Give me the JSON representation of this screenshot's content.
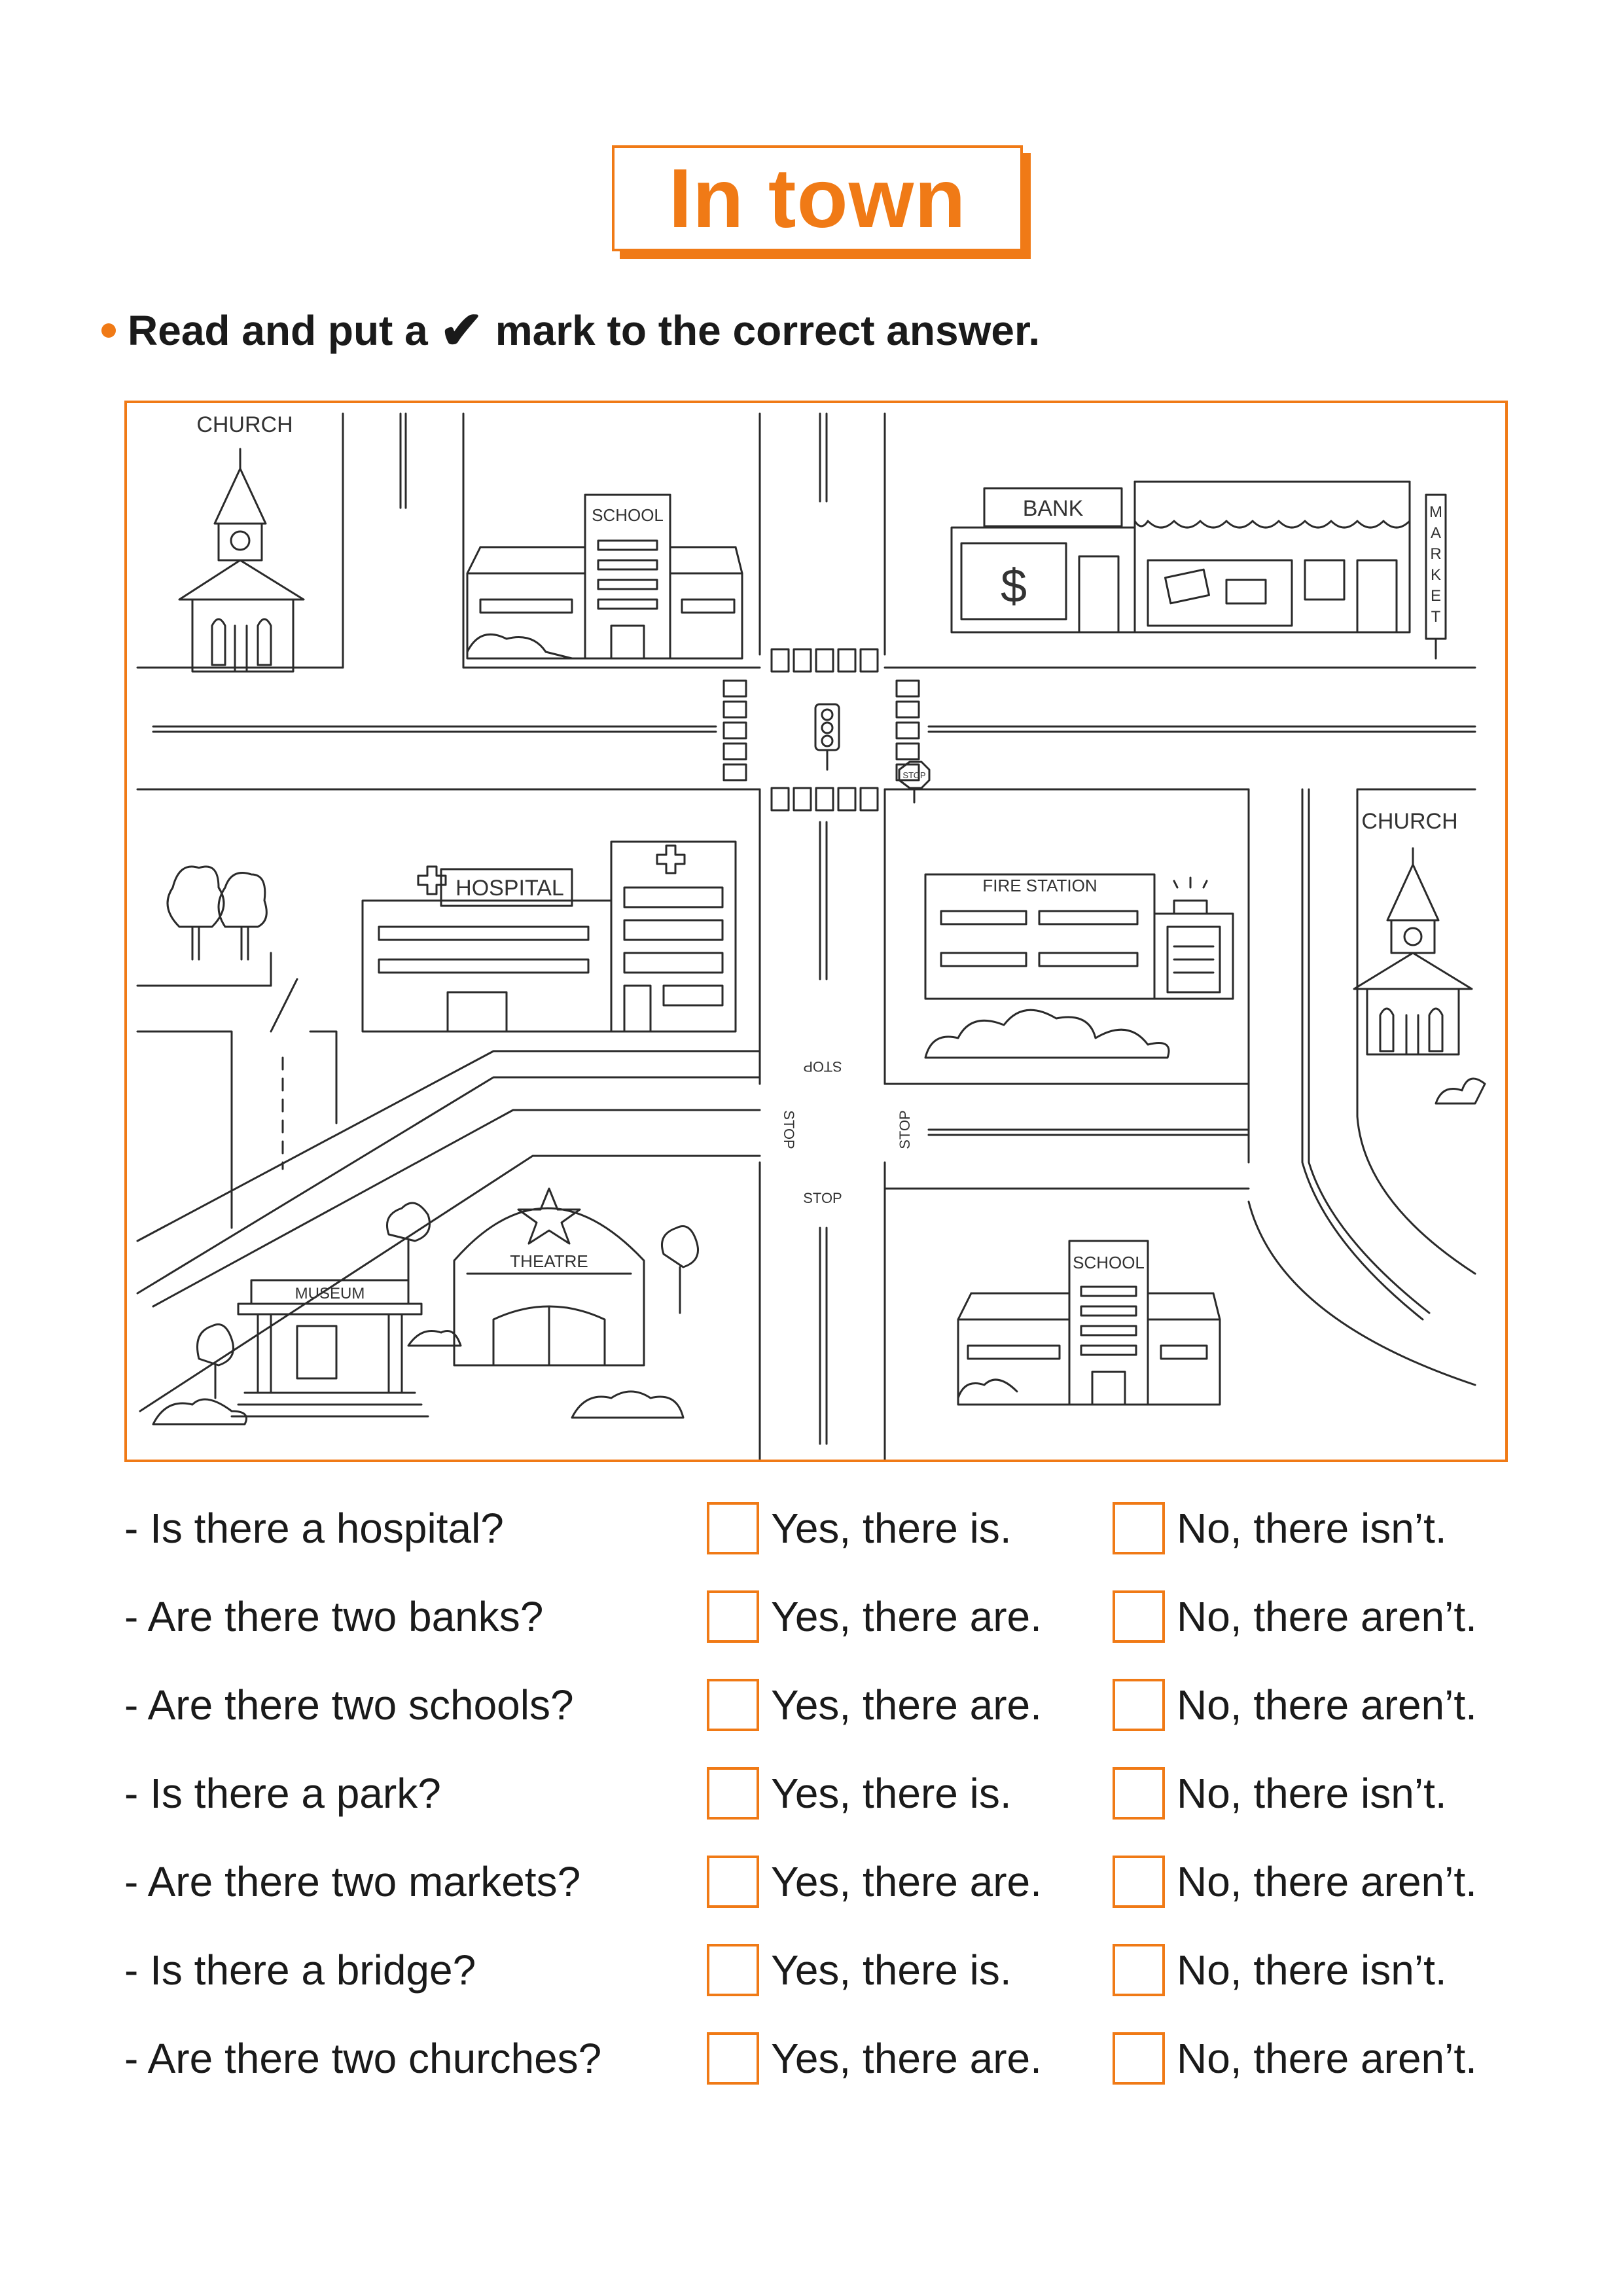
{
  "title": "In town",
  "instruction": {
    "before": "Read and put a",
    "after": "mark to the correct answer.",
    "icon": "check-mark-icon",
    "glyph": "✔"
  },
  "map": {
    "church_top": "CHURCH",
    "school_top": "SCHOOL",
    "bank": "BANK",
    "bank_symbol": "$",
    "market_letters": [
      "M",
      "A",
      "R",
      "K",
      "E",
      "T"
    ],
    "hospital": "HOSPITAL",
    "fire_station": "FIRE STATION",
    "church_right": "CHURCH",
    "stop_1": "STOP",
    "stop_2": "STOP",
    "stop_3": "STOP",
    "stop_4": "STOP",
    "stop_5": "STOP",
    "museum": "MUSEUM",
    "theatre": "THEATRE",
    "school_bottom": "SCHOOL"
  },
  "questions": [
    {
      "q": "- Is there a hospital?",
      "yes": "Yes, there is.",
      "no": "No, there isn’t."
    },
    {
      "q": "- Are there two banks?",
      "yes": "Yes, there are.",
      "no": "No, there aren’t."
    },
    {
      "q": "- Are there two schools?",
      "yes": "Yes, there are.",
      "no": "No, there aren’t."
    },
    {
      "q": "- Is there a park?",
      "yes": "Yes, there is.",
      "no": "No, there isn’t."
    },
    {
      "q": "- Are there two markets?",
      "yes": "Yes, there are.",
      "no": "No, there aren’t."
    },
    {
      "q": "- Is there a bridge?",
      "yes": "Yes, there is.",
      "no": "No, there isn’t."
    },
    {
      "q": "- Are there two churches?",
      "yes": "Yes, there are.",
      "no": "No, there aren’t."
    }
  ],
  "colors": {
    "accent": "#f07a16",
    "ink": "#1a1a1a"
  }
}
